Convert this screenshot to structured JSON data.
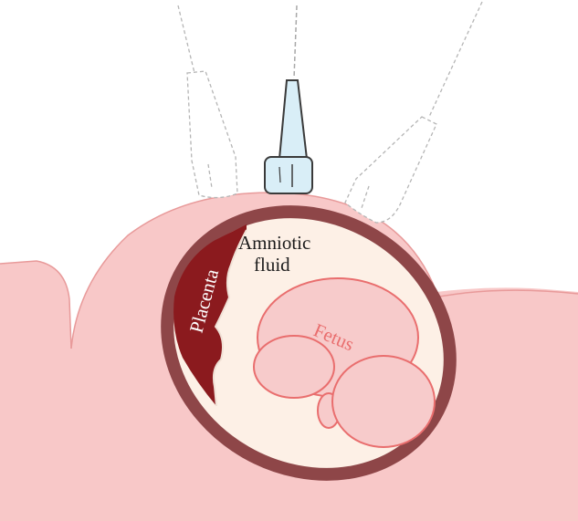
{
  "labels": {
    "amniotic_line1": "Amniotic",
    "amniotic_line2": "fluid",
    "placenta": "Placenta",
    "fetus": "Fetus"
  },
  "colors": {
    "body_skin": "#f8c8c8",
    "skin_outline": "#e89a9a",
    "uterine_wall": "#8e4648",
    "placenta": "#8b1a1e",
    "amniotic_fluid": "#fdf0e6",
    "fetus_fill": "#f7cbcb",
    "fetus_outline": "#e96e6e",
    "probe_fill": "#d9eef7",
    "probe_outline": "#3a3a3a",
    "ghost_probe": "#b5b5b5"
  }
}
